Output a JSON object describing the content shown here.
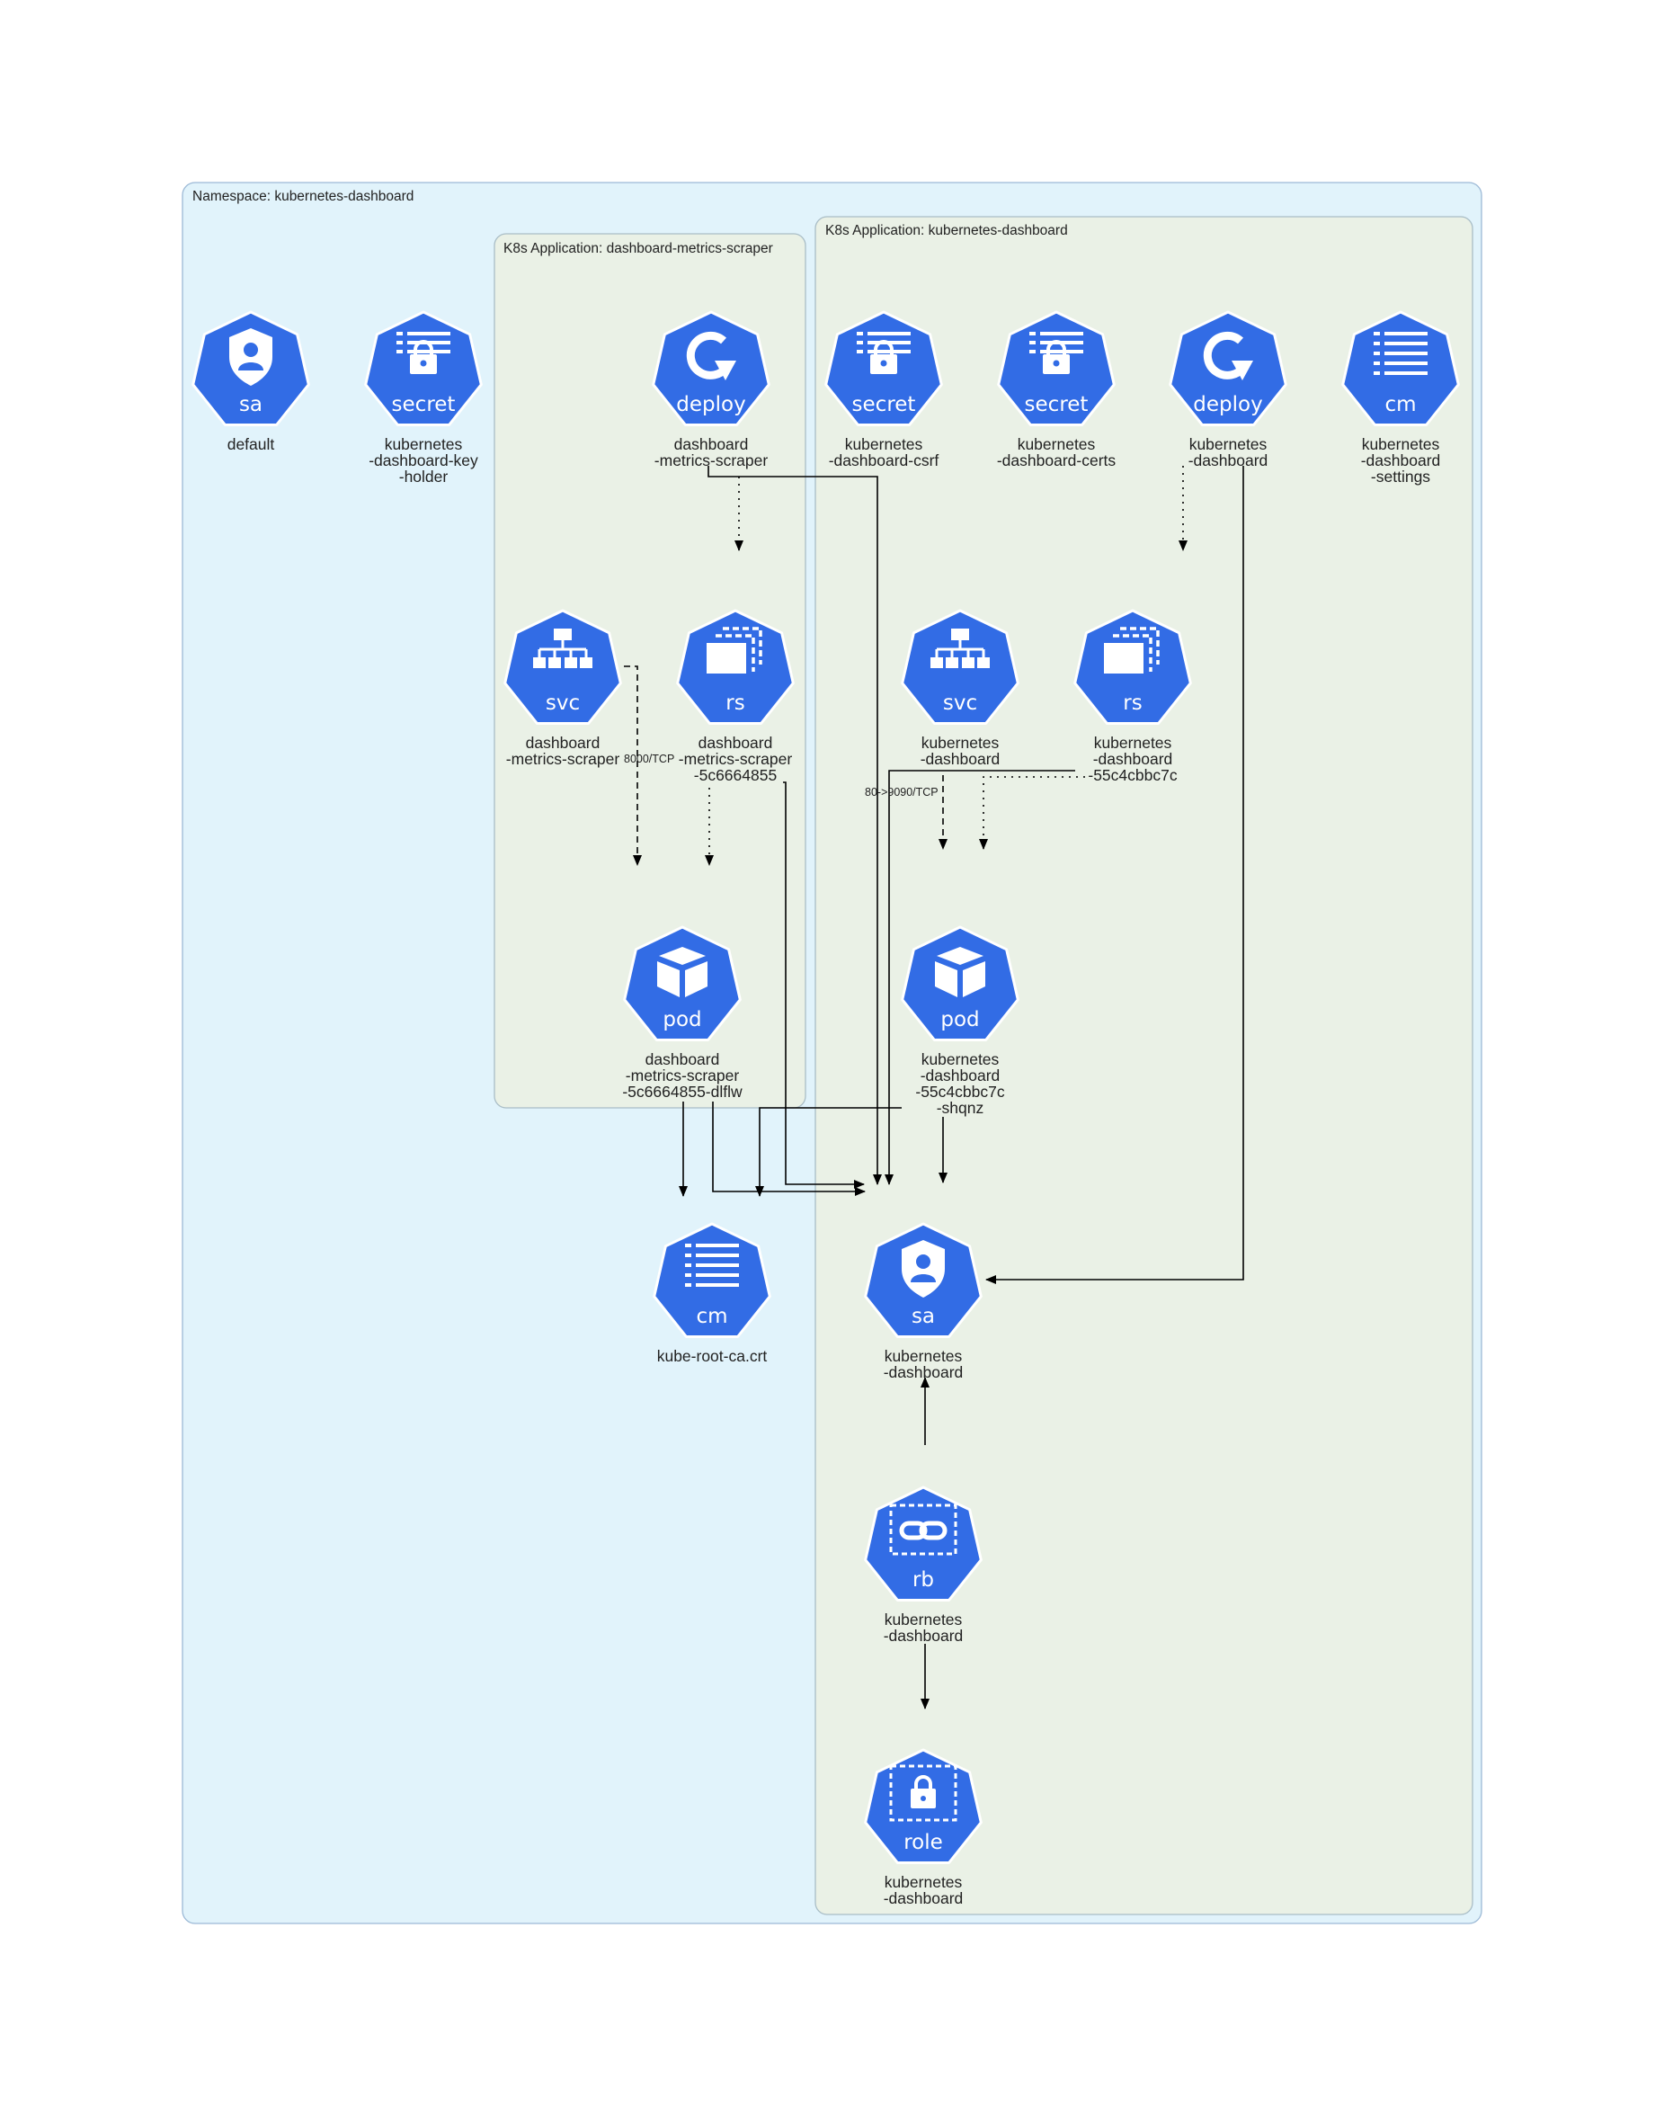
{
  "colors": {
    "namespace_fill": "#e1f3fb",
    "namespace_stroke": "#9cb9d6",
    "app_fill": "#eaf1e6",
    "app_stroke": "#a9bdc6",
    "node_fill": "#326ce5",
    "node_stroke": "#ffffff",
    "edge": "#000000"
  },
  "namespace": {
    "label": "Namespace: kubernetes-dashboard"
  },
  "apps": [
    {
      "id": "app-metrics-scraper",
      "label": "K8s Application: dashboard-metrics-scraper"
    },
    {
      "id": "app-kubernetes-dashboard",
      "label": "K8s Application: kubernetes-dashboard"
    }
  ],
  "nodes": [
    {
      "id": "sa-default",
      "kind": "sa",
      "icon": "service-account-icon",
      "label": [
        "default"
      ]
    },
    {
      "id": "secret-key-holder",
      "kind": "secret",
      "icon": "secret-icon",
      "label": [
        "kubernetes",
        "-dashboard-key",
        "-holder"
      ]
    },
    {
      "id": "deploy-scraper",
      "kind": "deploy",
      "icon": "deployment-icon",
      "label": [
        "dashboard",
        "-metrics-scraper"
      ]
    },
    {
      "id": "secret-csrf",
      "kind": "secret",
      "icon": "secret-icon",
      "label": [
        "kubernetes",
        "-dashboard-csrf"
      ]
    },
    {
      "id": "secret-certs",
      "kind": "secret",
      "icon": "secret-icon",
      "label": [
        "kubernetes",
        "-dashboard-certs"
      ]
    },
    {
      "id": "deploy-dashboard",
      "kind": "deploy",
      "icon": "deployment-icon",
      "label": [
        "kubernetes",
        "-dashboard"
      ]
    },
    {
      "id": "cm-settings",
      "kind": "cm",
      "icon": "configmap-icon",
      "label": [
        "kubernetes",
        "-dashboard",
        "-settings"
      ]
    },
    {
      "id": "svc-scraper",
      "kind": "svc",
      "icon": "service-icon",
      "label": [
        "dashboard",
        "-metrics-scraper"
      ]
    },
    {
      "id": "rs-scraper",
      "kind": "rs",
      "icon": "replicaset-icon",
      "label": [
        "dashboard",
        "-metrics-scraper",
        "-5c6664855"
      ]
    },
    {
      "id": "svc-dashboard",
      "kind": "svc",
      "icon": "service-icon",
      "label": [
        "kubernetes",
        "-dashboard"
      ]
    },
    {
      "id": "rs-dashboard",
      "kind": "rs",
      "icon": "replicaset-icon",
      "label": [
        "kubernetes",
        "-dashboard",
        "-55c4cbbc7c"
      ]
    },
    {
      "id": "pod-scraper",
      "kind": "pod",
      "icon": "pod-icon",
      "label": [
        "dashboard",
        "-metrics-scraper",
        "-5c6664855-dlflw"
      ]
    },
    {
      "id": "pod-dashboard",
      "kind": "pod",
      "icon": "pod-icon",
      "label": [
        "kubernetes",
        "-dashboard",
        "-55c4cbbc7c",
        "-shqnz"
      ]
    },
    {
      "id": "cm-root-ca",
      "kind": "cm",
      "icon": "configmap-icon",
      "label": [
        "kube-root-ca.crt"
      ]
    },
    {
      "id": "sa-dashboard",
      "kind": "sa",
      "icon": "service-account-icon",
      "label": [
        "kubernetes",
        "-dashboard"
      ]
    },
    {
      "id": "rb-dashboard",
      "kind": "rb",
      "icon": "rolebinding-icon",
      "label": [
        "kubernetes",
        "-dashboard"
      ]
    },
    {
      "id": "role-dashboard",
      "kind": "role",
      "icon": "role-icon",
      "label": [
        "kubernetes",
        "-dashboard"
      ]
    }
  ],
  "edge_labels": [
    {
      "id": "svc-scraper-port",
      "text": "8000/TCP"
    },
    {
      "id": "svc-dashboard-port",
      "text": "80->9090/TCP"
    }
  ]
}
